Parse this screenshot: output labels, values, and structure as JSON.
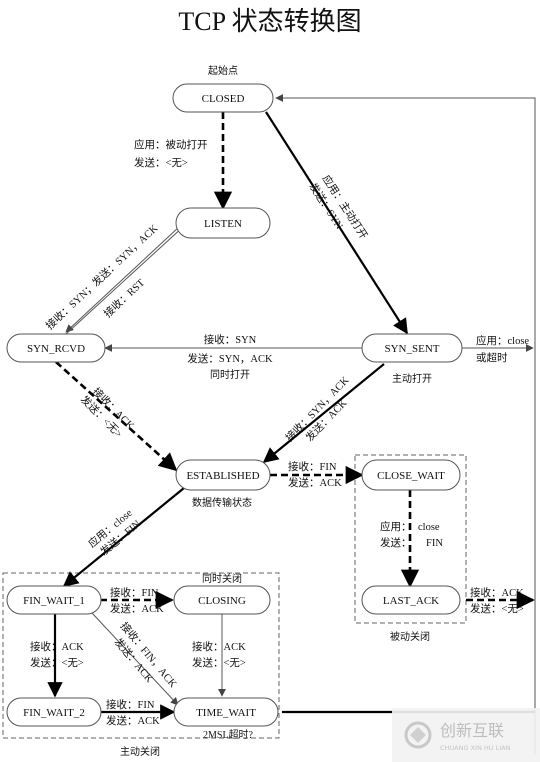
{
  "title": "TCP 状态转换图",
  "states": {
    "closed": "CLOSED",
    "listen": "LISTEN",
    "syn_rcvd": "SYN_RCVD",
    "syn_sent": "SYN_SENT",
    "established": "ESTABLISHED",
    "close_wait": "CLOSE_WAIT",
    "last_ack": "LAST_ACK",
    "fin_wait_1": "FIN_WAIT_1",
    "fin_wait_2": "FIN_WAIT_2",
    "closing": "CLOSING",
    "time_wait": "TIME_WAIT"
  },
  "notes": {
    "start": "起始点",
    "established_note": "数据传输状态",
    "syn_sent_note": "主动打开",
    "passive_close": "被动关闭",
    "active_close": "主动关闭",
    "simul_close": "同时关闭",
    "timeout": "2MSL超时?"
  },
  "labels": {
    "passive_open_1": "应用：被动打开",
    "passive_open_2": "发送：<无>",
    "active_open_1": "应用：主动打开",
    "active_open_2": "发送：SYN",
    "listen_rcvd_1": "接收：SYN；发送：SYN，ACK",
    "rcvd_listen": "接收：RST",
    "simul_open_1": "接收：SYN",
    "simul_open_2": "发送：SYN，ACK",
    "simul_open_3": "同时打开",
    "app_close_1": "应用：close",
    "app_close_2": "或超时",
    "rcvd_est_1": "接收：ACK",
    "rcvd_est_2": "发送：<无>",
    "sent_est_1": "接收：SYN，ACK",
    "sent_est_2": "发送：ACK",
    "est_cw_1": "接收：FIN",
    "est_cw_2": "发送：ACK",
    "cw_la_1": "应用：",
    "cw_la_1b": "close",
    "cw_la_2": "发送：",
    "cw_la_2b": "FIN",
    "la_1": "接收：ACK",
    "la_2": "发送：<无>",
    "est_fw1_1": "应用：close",
    "est_fw1_2": "发送：FIN",
    "fw1_closing_1": "接收：FIN",
    "fw1_closing_2": "发送：ACK",
    "fw1_tw_1": "接收：FIN，ACK",
    "fw1_tw_2": "发送：ACK",
    "fw1_fw2_1": "接收：ACK",
    "fw1_fw2_2": "发送：<无>",
    "closing_tw_1": "接收：ACK",
    "closing_tw_2": "发送：<无>",
    "fw2_tw_1": "接收：FIN",
    "fw2_tw_2": "发送：ACK"
  },
  "watermark": {
    "text": "创新互联",
    "subtext": "CHUANG XIN HU LIAN"
  }
}
